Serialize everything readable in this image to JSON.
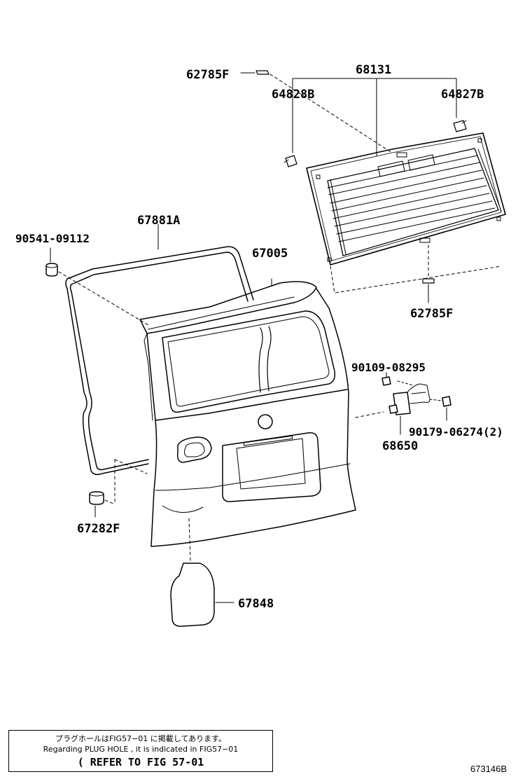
{
  "parts": {
    "p62785F_top": "62785F",
    "p68131": "68131",
    "p64828B": "64828B",
    "p64827B": "64827B",
    "p67881A": "67881A",
    "p90541": "90541-09112",
    "p67005": "67005",
    "p62785F_bottom": "62785F",
    "p90109": "90109-08295",
    "p90179": "90179-06274(2)",
    "p68650": "68650",
    "p67282F": "67282F",
    "p67848": "67848"
  },
  "note": {
    "line1": "プラグホールはFIG57−01 に掲載してあります。",
    "line2": "Regarding PLUG HOLE , it is indicated in FIG57−01",
    "line3": "( REFER TO FIG 57-01"
  },
  "figure_id": "673146B"
}
